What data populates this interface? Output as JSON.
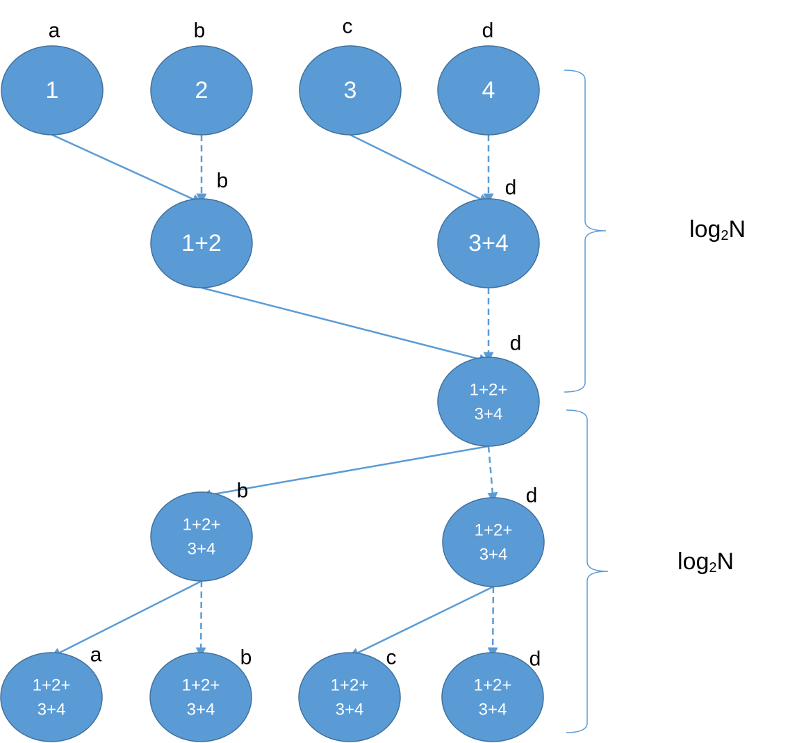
{
  "nodes": [
    {
      "id": "n1",
      "lines": [
        "1"
      ]
    },
    {
      "id": "n2",
      "lines": [
        "2"
      ]
    },
    {
      "id": "n3",
      "lines": [
        "3"
      ]
    },
    {
      "id": "n4",
      "lines": [
        "4"
      ]
    },
    {
      "id": "n12",
      "lines": [
        "1+2"
      ]
    },
    {
      "id": "n34",
      "lines": [
        "3+4"
      ]
    },
    {
      "id": "nall",
      "lines": [
        "1+2+",
        "3+4"
      ]
    },
    {
      "id": "nl",
      "lines": [
        "1+2+",
        "3+4"
      ]
    },
    {
      "id": "nr",
      "lines": [
        "1+2+",
        "3+4"
      ]
    },
    {
      "id": "o1",
      "lines": [
        "1+2+",
        "3+4"
      ]
    },
    {
      "id": "o2",
      "lines": [
        "1+2+",
        "3+4"
      ]
    },
    {
      "id": "o3",
      "lines": [
        "1+2+",
        "3+4"
      ]
    },
    {
      "id": "o4",
      "lines": [
        "1+2+",
        "3+4"
      ]
    }
  ],
  "tags": {
    "t1": "a",
    "t2": "b",
    "t3": "c",
    "t4": "d",
    "t12": "b",
    "t34": "d",
    "tall": "d",
    "tl": "b",
    "tr": "d",
    "to1": "a",
    "to2": "b",
    "to3": "c",
    "to4": "d"
  },
  "edges": [
    {
      "from": "n1",
      "to": "n12",
      "style": "solid"
    },
    {
      "from": "n2",
      "to": "n12",
      "style": "dashed"
    },
    {
      "from": "n3",
      "to": "n34",
      "style": "solid"
    },
    {
      "from": "n4",
      "to": "n34",
      "style": "dashed"
    },
    {
      "from": "n12",
      "to": "nall",
      "style": "solid"
    },
    {
      "from": "n34",
      "to": "nall",
      "style": "dashed"
    },
    {
      "from": "nall",
      "to": "nl",
      "style": "solid"
    },
    {
      "from": "nall",
      "to": "nr",
      "style": "dashed"
    },
    {
      "from": "nl",
      "to": "o1",
      "style": "solid"
    },
    {
      "from": "nl",
      "to": "o2",
      "style": "dashed"
    },
    {
      "from": "nr",
      "to": "o3",
      "style": "solid"
    },
    {
      "from": "nr",
      "to": "o4",
      "style": "dashed"
    }
  ],
  "brackets": [
    {
      "id": "reduce-phase",
      "label_base": "log",
      "label_sub": "2",
      "label_tail": "N"
    },
    {
      "id": "broadcast-phase",
      "label_base": "log",
      "label_sub": "2",
      "label_tail": "N"
    }
  ],
  "colors": {
    "node_fill": "#5b9bd5",
    "node_stroke": "#41719c",
    "edge": "#5b9bd5"
  }
}
